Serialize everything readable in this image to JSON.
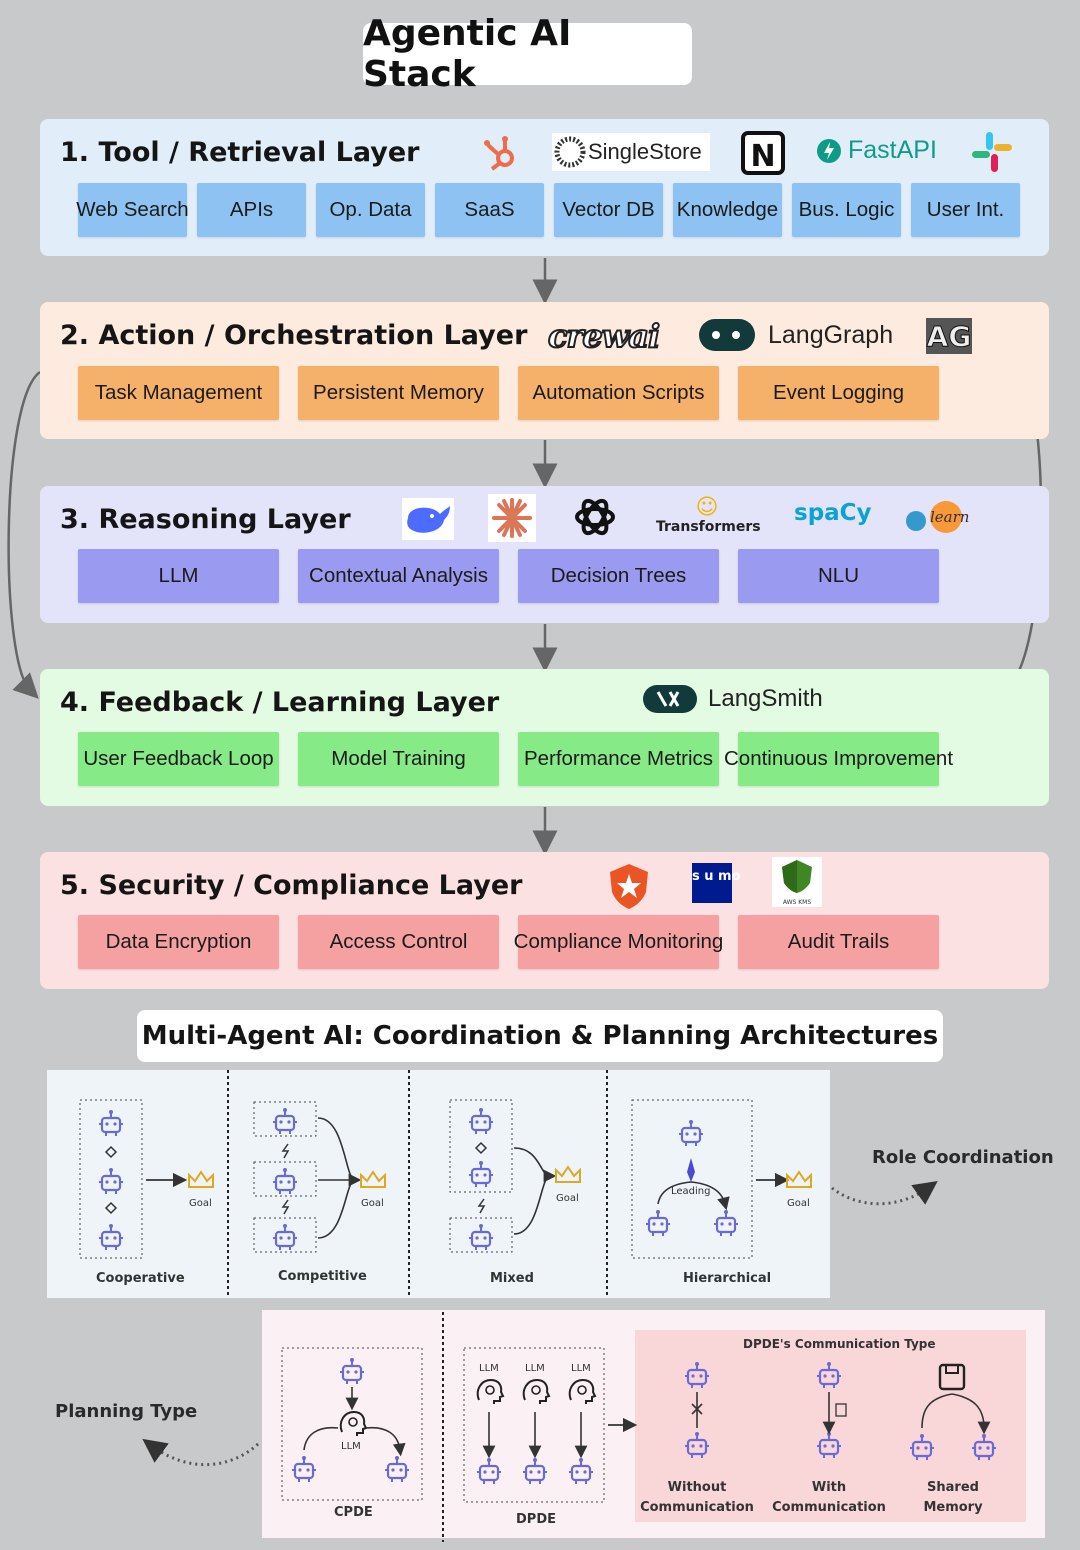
{
  "title": "Agentic AI Stack",
  "layers": [
    {
      "title": "1. Tool / Retrieval Layer",
      "chips": [
        "Web Search",
        "APIs",
        "Op. Data",
        "SaaS",
        "Vector DB",
        "Knowledge",
        "Bus. Logic",
        "User Int."
      ],
      "logos": [
        "SingleStore",
        "FastAPI"
      ]
    },
    {
      "title": "2. Action / Orchestration Layer",
      "chips": [
        "Task Management",
        "Persistent Memory",
        "Automation Scripts",
        "Event Logging"
      ],
      "logos": [
        "crewai",
        "LangGraph",
        "AG"
      ]
    },
    {
      "title": "3. Reasoning Layer",
      "chips": [
        "LLM",
        "Contextual Analysis",
        "Decision Trees",
        "NLU"
      ],
      "logos": [
        "Transformers",
        "spaCy",
        "learn"
      ]
    },
    {
      "title": "4. Feedback / Learning Layer",
      "chips": [
        "User Feedback Loop",
        "Model Training",
        "Performance Metrics",
        "Continuous Improvement"
      ],
      "logos": [
        "LangSmith"
      ]
    },
    {
      "title": "5. Security / Compliance Layer",
      "chips": [
        "Data Encryption",
        "Access Control",
        "Compliance Monitoring",
        "Audit Trails"
      ],
      "logos": [
        "s u mo",
        "AWS KMS"
      ]
    }
  ],
  "colors": {
    "layer_bg": [
      "#e1eefa",
      "#fcebde",
      "#e3e3fa",
      "#e3fae3",
      "#fbe1e1"
    ],
    "chip": [
      "#8ec2f2",
      "#f5b06a",
      "#9a9af0",
      "#86ea86",
      "#f5a1a1"
    ]
  },
  "multi_agent": {
    "title": "Multi-Agent AI: Coordination & Planning Architectures",
    "coordination": {
      "label": "Role Coordination",
      "types": [
        "Cooperative",
        "Competitive",
        "Mixed",
        "Hierarchical"
      ],
      "goal": "Goal",
      "leading": "Leading"
    },
    "planning": {
      "label": "Planning Type",
      "types": [
        "CPDE",
        "DPDE"
      ],
      "llm": "LLM",
      "dpde_comm_title": "DPDE's Communication Type",
      "comm_types": [
        "Without\nCommunication",
        "With\nCommunication",
        "Shared\nMemory"
      ]
    }
  }
}
